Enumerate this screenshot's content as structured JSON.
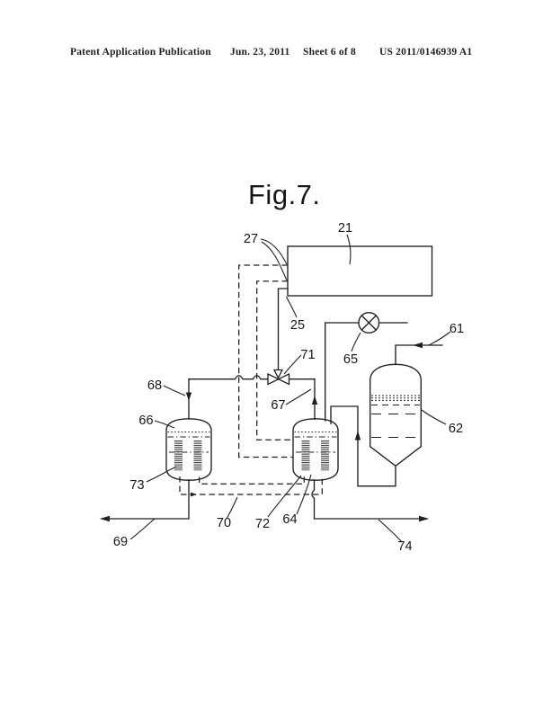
{
  "page": {
    "background": "#ffffff",
    "ink": "#1f1f1f"
  },
  "header": {
    "left": "Patent Application Publication",
    "date": "Jun. 23, 2011",
    "sheet": "Sheet 6 of 8",
    "patent_number": "US 2011/0146939 A1"
  },
  "figure": {
    "title": "Fig.7."
  },
  "diagram": {
    "labels": {
      "21": "21",
      "25": "25",
      "27": "27",
      "61": "61",
      "62": "62",
      "64": "64",
      "65": "65",
      "66": "66",
      "67": "67",
      "68": "68",
      "69": "69",
      "70": "70",
      "71": "71",
      "72": "72",
      "73": "73",
      "74": "74"
    }
  }
}
